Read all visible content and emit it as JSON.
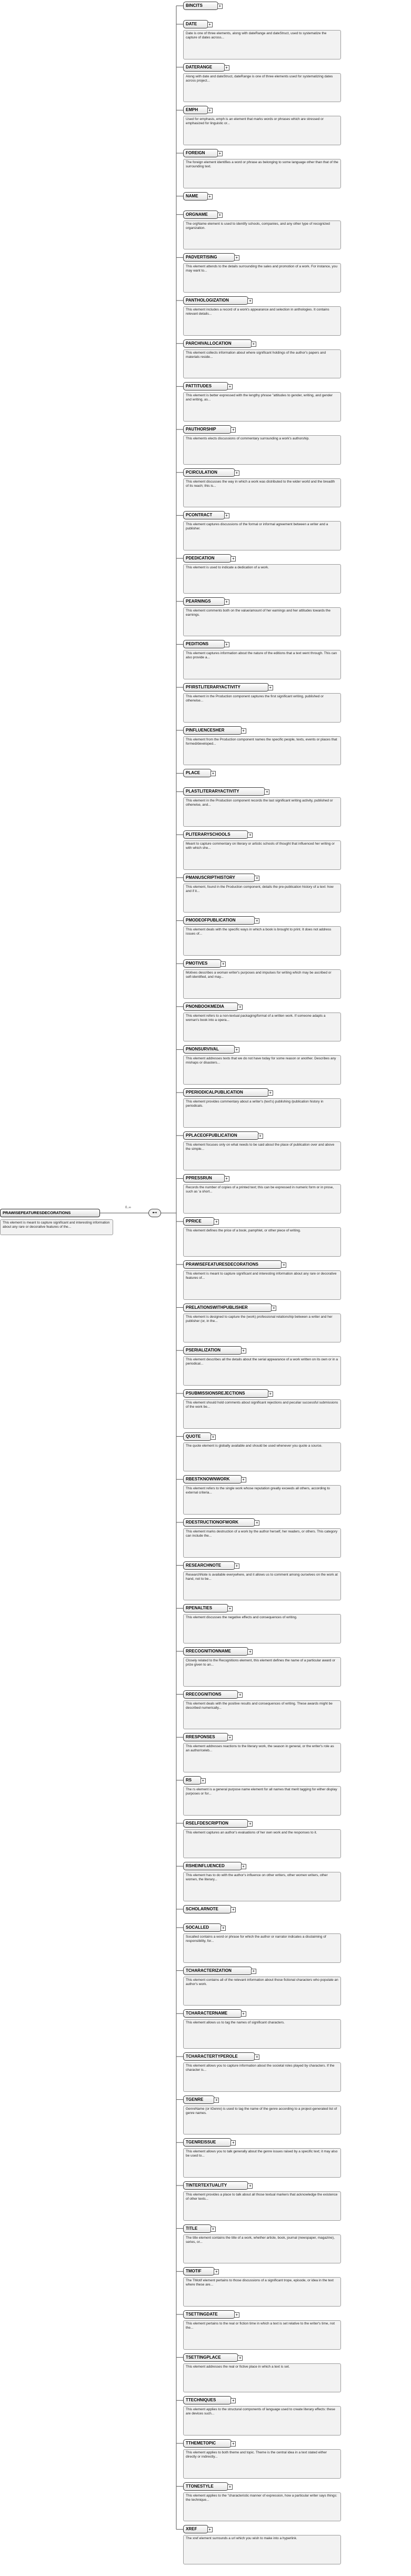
{
  "root": {
    "label": "PRAWISEFEATURESDECORATIONS",
    "description": "This element is meant to capture significant and interesting information about any rare or decorative features of the..."
  },
  "sequence_symbol": "⊷",
  "root_occurrence": "0..∞",
  "children": [
    {
      "label": "BINCITS"
    },
    {
      "label": "DATE",
      "desc": "Date is one of three elements, along with dateRange and dateStruct, used to systematize the capture of dates across..."
    },
    {
      "label": "DATERANGE",
      "desc": "Along with date and dateStruct, dateRange is one of three elements used for systematizing dates across project..."
    },
    {
      "label": "EMPH",
      "desc": "Used for emphasis, emph is an element that marks words or phrases which are stressed or emphasized for linguistic or..."
    },
    {
      "label": "FOREIGN",
      "desc": "The foreign element identifies a word or phrase as belonging to some language other than that of the surrounding text."
    },
    {
      "label": "NAME"
    },
    {
      "label": "ORGNAME",
      "desc": "The orgName element is used to identify schools, companies, and any other type of recognized organization."
    },
    {
      "label": "PADVERTISING",
      "desc": "This element attends to the details surrounding the sales and promotion of a work. For instance, you may want to..."
    },
    {
      "label": "PANTHOLOGIZATION",
      "desc": "This element includes a record of a work's appearance and selection in anthologies. It contains relevant details..."
    },
    {
      "label": "PARCHIVALLOCATION",
      "desc": "This element collects information about where significant holdings of the author's papers and materials reside..."
    },
    {
      "label": "PATTITUDES",
      "desc": "This element is better expressed with the lengthy phrase \"attitudes to gender, writing, and gender and writing, as..."
    },
    {
      "label": "PAUTHORSHIP",
      "desc": "This elements elects discussions of commentary surrounding a work's authorship."
    },
    {
      "label": "PCIRCULATION",
      "desc": "This element discusses the way in which a work was distributed to the wider world and the breadth of its reach; this is..."
    },
    {
      "label": "PCONTRACT",
      "desc": "This element captures discussions of the formal or informal agreement between a writer and a publisher."
    },
    {
      "label": "PDEDICATION",
      "desc": "This element is used to indicate a dedication of a work."
    },
    {
      "label": "PEARNINGS",
      "desc": "This element comments both on the value/amount of her earnings and her attitudes towards the earnings."
    },
    {
      "label": "PEDITIONS",
      "desc": "This element captures information about the nature of the editions that a text went through. This can also provide a..."
    },
    {
      "label": "PFIRSTLITERARYACTIVITY",
      "desc": "This element in the Production component captures the first significant writing, published or otherwise..."
    },
    {
      "label": "PINFLUENCESHER",
      "desc": "This element from the Production component names the specific people, texts, events or places that formed/developed..."
    },
    {
      "label": "PLACE"
    },
    {
      "label": "PLASTLITERARYACTIVITY",
      "desc": "This element in the Production component records the last significant writing activity, published or otherwise, and..."
    },
    {
      "label": "PLITERARYSCHOOLS",
      "desc": "Meant to capture commentary on literary or artistic schools of thought that influenced her writing or with which she..."
    },
    {
      "label": "PMANUSCRIPTHISTORY",
      "desc": "This element, found in the Production component, details the pre-publication history of a text: how and if it..."
    },
    {
      "label": "PMODEOFPUBLICATION",
      "desc": "This element deals with the specific ways in which a book is brought to print. It does not address issues of..."
    },
    {
      "label": "PMOTIVES",
      "desc": "Motives describes a woman writer's purposes and impulses for writing which may be ascribed or self-identified, and may..."
    },
    {
      "label": "PNONBOOKMEDIA",
      "desc": "This element refers to a non-textual packaging/format of a written work. If someone adapts a woman's book into a opera..."
    },
    {
      "label": "PNONSURVIVAL",
      "desc": "This element addresses texts that we do not have today for some reason or another. Describes any mishaps or disasters..."
    },
    {
      "label": "PPERIODICALPUBLICATION",
      "desc": "This element provides commentary about a writer's (text's) publishing /publication history in periodicals."
    },
    {
      "label": "PPLACEOFPUBLICATION",
      "desc": "This element focuses only on what needs to be said about the place of publication over and above the simple..."
    },
    {
      "label": "PPRESSRUN",
      "desc": "Records the number of copies of a printed text; this can be expressed in numeric form or in prose, such as 'a short..."
    },
    {
      "label": "PPRICE",
      "desc": "This element defines the price of a book, pamphlet, or other piece of writing."
    },
    {
      "label": "PRAWISEFEATURESDECORATIONS",
      "desc": "This element is meant to capture significant and interesting information about any rare or decorative features of..."
    },
    {
      "label": "PRELATIONSWITHPUBLISHER",
      "desc": "This element is designed to capture the (work) professional relationship between a writer and her publisher (or, in the..."
    },
    {
      "label": "PSERIALIZATION",
      "desc": "This element describes all the details about the serial appearance of a work written on its own or in a periodical..."
    },
    {
      "label": "PSUBMISSIONSREJECTIONS",
      "desc": "This element should hold comments about significant rejections and peculiar successful submissions of the work be..."
    },
    {
      "label": "QUOTE",
      "desc": "The quote element is globally available and should be used whenever you quote a source."
    },
    {
      "label": "RBESTKNOWNWORK",
      "desc": "This element refers to the single work whose reputation greatly exceeds all others, according to external criteria..."
    },
    {
      "label": "RDESTRUCTIONOFWORK",
      "desc": "This element marks destruction of a work by the author herself, her readers, or others. This category can include the..."
    },
    {
      "label": "RESEARCHNOTE",
      "desc": "ResearchNote is available everywhere, and it allows us to comment among ourselves on the work at hand, not to be..."
    },
    {
      "label": "RPENALTIES",
      "desc": "This element discusses the negative effects and consequences of writing."
    },
    {
      "label": "RRECOGNITIONNAME",
      "desc": "Closely related to the Recognitions element, this element defines the name of a particular award or prize given to an..."
    },
    {
      "label": "RRECOGNITIONS",
      "desc": "This element deals with the positive results and consequences of writing. These awards might be described numerically..."
    },
    {
      "label": "RRESPONSES",
      "desc": "This element addresses reactions to the literary work, the season in general, or the writer's role as an author/celeb..."
    },
    {
      "label": "RS",
      "desc": "The rs element is a general purpose name element for all names that merit tagging for either display purposes or for..."
    },
    {
      "label": "RSELFDESCRIPTION",
      "desc": "This element captures an author's evaluations of her own work and the responses to it."
    },
    {
      "label": "RSHEINFLUENCED",
      "desc": "This element has to do with the author's influence on other writers, other women writers, other women, the literary..."
    },
    {
      "label": "SCHOLARNOTE"
    },
    {
      "label": "SOCALLED",
      "desc": "Socalled contains a word or phrase for which the author or narrator indicates a disclaiming of responsibility, for..."
    },
    {
      "label": "TCHARACTERIZATION",
      "desc": "This element contains all of the relevant information about those fictional characters who populate an author's work."
    },
    {
      "label": "TCHARACTERNAME",
      "desc": "This element allows us to tag the names of significant characters."
    },
    {
      "label": "TCHARACTERTYPEROLE",
      "desc": "This element allows you to capture information about the societal roles played by characters. If the character is..."
    },
    {
      "label": "TGENRE",
      "desc": "GenreName (or tGenre) is used to tag the name of the genre according to a project-generated list of genre names."
    },
    {
      "label": "TGENREISSUE",
      "desc": "This element allows you to talk generally about the genre issues raised by a specific text; it may also be used to..."
    },
    {
      "label": "TINTERTEXTUALITY",
      "desc": "This element provides a place to talk about all those textual markers that acknowledge the existence of other texts..."
    },
    {
      "label": "TITLE",
      "desc": "The title element contains the title of a work, whether article, book, journal (newspaper, magazine), series, or..."
    },
    {
      "label": "TMOTIF",
      "desc": "The TMotif element pertains to those discussions of a significant trope, episode, or idea in the text where these are..."
    },
    {
      "label": "TSETTINGDATE",
      "desc": "This element pertains to the real or fiction time in which a text is set relative to the writer's time, not the..."
    },
    {
      "label": "TSETTINGPLACE",
      "desc": "This element addresses the real or fictive place in which a text is set."
    },
    {
      "label": "TTECHNIQUES",
      "desc": "This element applies to the structural components of language used to create literary effects: these are devices such..."
    },
    {
      "label": "TTHEMETOPIC",
      "desc": "This element applies to both theme and topic. Theme is the central idea in a text stated either directly or indirectly..."
    },
    {
      "label": "TTONESTYLE",
      "desc": "This element applies to the \"characteristic manner of expression, how a particular writer says things: the technique..."
    },
    {
      "label": "XREF",
      "desc": "The xref element surrounds a url which you wish to make into a hyperlink."
    }
  ]
}
